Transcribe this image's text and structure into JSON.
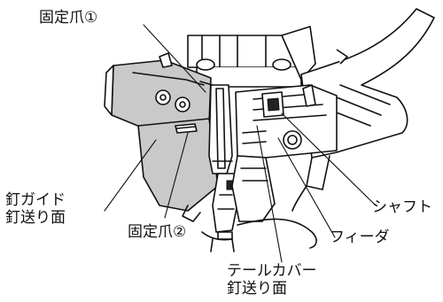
{
  "labels": {
    "fixed_claw_1": "固定爪①",
    "fixed_claw_2": "固定爪②",
    "nail_guide_line1": "釘ガイド",
    "nail_guide_line2": "釘送り面",
    "shaft": "シャフト",
    "feeder": "フィーダ",
    "tail_cover_line1": "テールカバー",
    "tail_cover_line2": "釘送り面"
  }
}
